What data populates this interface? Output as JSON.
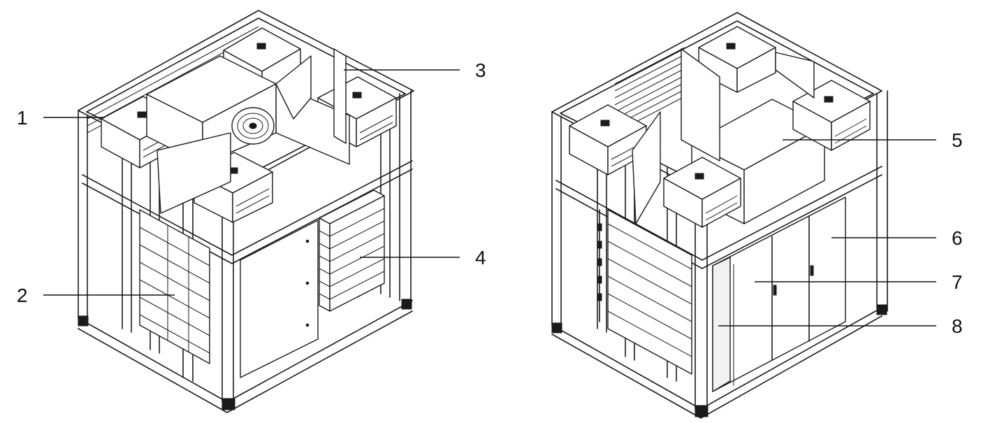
{
  "callouts": [
    {
      "number": "1"
    },
    {
      "number": "2"
    },
    {
      "number": "3"
    },
    {
      "number": "4"
    },
    {
      "number": "5"
    },
    {
      "number": "6"
    },
    {
      "number": "7"
    },
    {
      "number": "8"
    }
  ],
  "colors": {
    "line": "#1a1a1a",
    "background": "#ffffff"
  }
}
